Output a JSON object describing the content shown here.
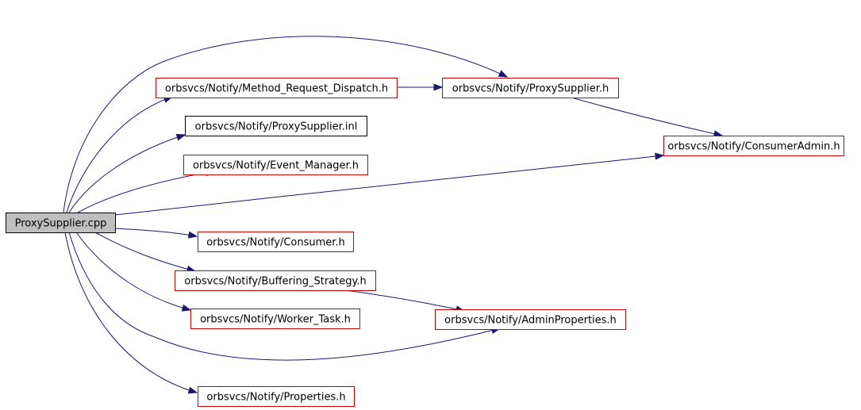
{
  "diagram": {
    "nodes": [
      {
        "id": "proxysupplier_cpp",
        "label": "ProxySupplier.cpp",
        "fill": "#bfbfbf",
        "border": "#000000"
      },
      {
        "id": "method_request_dispatch",
        "label": "orbsvcs/Notify/Method_Request_Dispatch.h",
        "fill": "#ffffff",
        "border": "#cc0000"
      },
      {
        "id": "proxysupplier_h",
        "label": "orbsvcs/Notify/ProxySupplier.h",
        "fill": "#ffffff",
        "border": "#cc0000"
      },
      {
        "id": "proxysupplier_inl",
        "label": "orbsvcs/Notify/ProxySupplier.inl",
        "fill": "#ffffff",
        "border": "#000000"
      },
      {
        "id": "consumeradmin_h",
        "label": "orbsvcs/Notify/ConsumerAdmin.h",
        "fill": "#ffffff",
        "border": "#cc0000"
      },
      {
        "id": "event_manager_h",
        "label": "orbsvcs/Notify/Event_Manager.h",
        "fill": "#ffffff",
        "border": "#cc0000"
      },
      {
        "id": "consumer_h",
        "label": "orbsvcs/Notify/Consumer.h",
        "fill": "#ffffff",
        "border": "#cc0000"
      },
      {
        "id": "buffering_strategy_h",
        "label": "orbsvcs/Notify/Buffering_Strategy.h",
        "fill": "#ffffff",
        "border": "#cc0000"
      },
      {
        "id": "worker_task_h",
        "label": "orbsvcs/Notify/Worker_Task.h",
        "fill": "#ffffff",
        "border": "#cc0000"
      },
      {
        "id": "adminproperties_h",
        "label": "orbsvcs/Notify/AdminProperties.h",
        "fill": "#ffffff",
        "border": "#cc0000"
      },
      {
        "id": "properties_h",
        "label": "orbsvcs/Notify/Properties.h",
        "fill": "#ffffff",
        "border": "#cc0000"
      }
    ],
    "edges": [
      {
        "from": "proxysupplier_cpp",
        "to": "method_request_dispatch"
      },
      {
        "from": "proxysupplier_cpp",
        "to": "proxysupplier_h"
      },
      {
        "from": "proxysupplier_cpp",
        "to": "proxysupplier_inl"
      },
      {
        "from": "proxysupplier_cpp",
        "to": "event_manager_h"
      },
      {
        "from": "proxysupplier_cpp",
        "to": "consumeradmin_h"
      },
      {
        "from": "proxysupplier_cpp",
        "to": "consumer_h"
      },
      {
        "from": "proxysupplier_cpp",
        "to": "buffering_strategy_h"
      },
      {
        "from": "proxysupplier_cpp",
        "to": "worker_task_h"
      },
      {
        "from": "proxysupplier_cpp",
        "to": "adminproperties_h"
      },
      {
        "from": "proxysupplier_cpp",
        "to": "properties_h"
      },
      {
        "from": "method_request_dispatch",
        "to": "proxysupplier_h"
      },
      {
        "from": "proxysupplier_h",
        "to": "consumeradmin_h"
      },
      {
        "from": "buffering_strategy_h",
        "to": "adminproperties_h"
      }
    ],
    "edge_color": "#191970"
  }
}
